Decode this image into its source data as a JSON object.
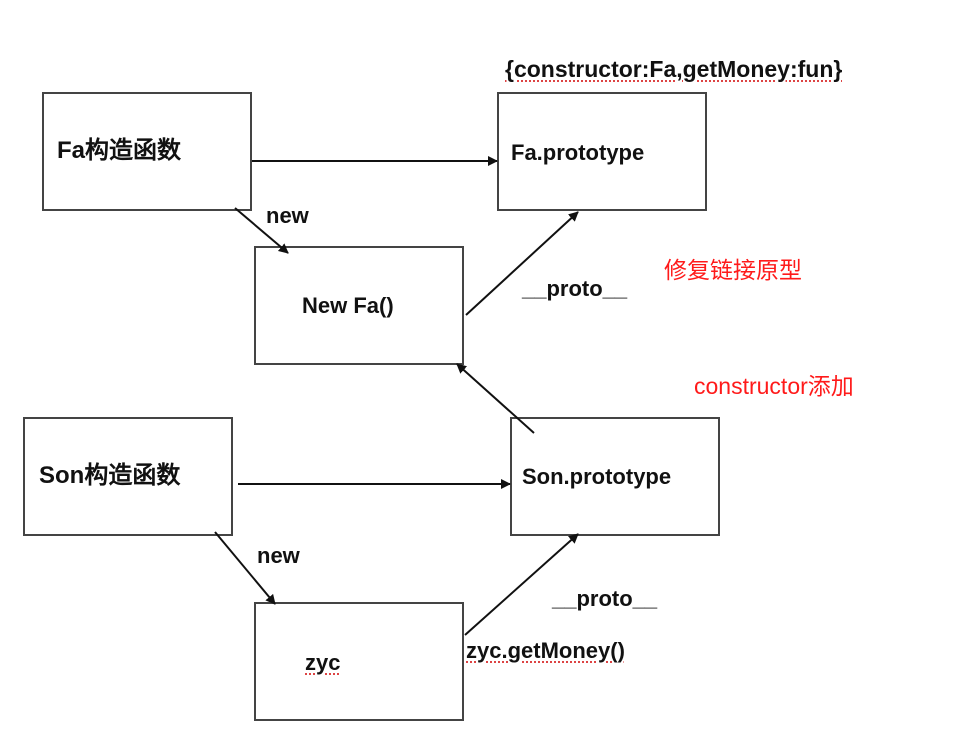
{
  "diagram": {
    "title": "JavaScript prototype inheritance",
    "top_annotation": "{constructor:Fa,getMoney:fun}",
    "nodes": {
      "fa_constructor": "Fa构造函数",
      "fa_prototype": "Fa.prototype",
      "new_fa": "New Fa()",
      "son_constructor": "Son构造函数",
      "son_prototype": "Son.prototype",
      "zyc": "zyc"
    },
    "edge_labels": {
      "fa_new": "new",
      "fa_proto": "__proto__",
      "son_new": "new",
      "son_proto": "__proto__",
      "method_call": "zyc.getMoney()"
    },
    "notes": {
      "fix_chain": "修复链接原型",
      "add_constructor": "constructor添加"
    },
    "edges": [
      {
        "from": "fa_constructor",
        "to": "fa_prototype",
        "label": ""
      },
      {
        "from": "fa_constructor",
        "to": "new_fa",
        "label": "new"
      },
      {
        "from": "new_fa",
        "to": "fa_prototype",
        "label": "__proto__"
      },
      {
        "from": "son_prototype",
        "to": "new_fa",
        "label": ""
      },
      {
        "from": "son_constructor",
        "to": "son_prototype",
        "label": ""
      },
      {
        "from": "son_constructor",
        "to": "zyc",
        "label": "new"
      },
      {
        "from": "zyc",
        "to": "son_prototype",
        "label": "__proto__"
      }
    ],
    "colors": {
      "stroke": "#111111",
      "box_border": "#444444",
      "note": "#ff1a1a"
    }
  }
}
